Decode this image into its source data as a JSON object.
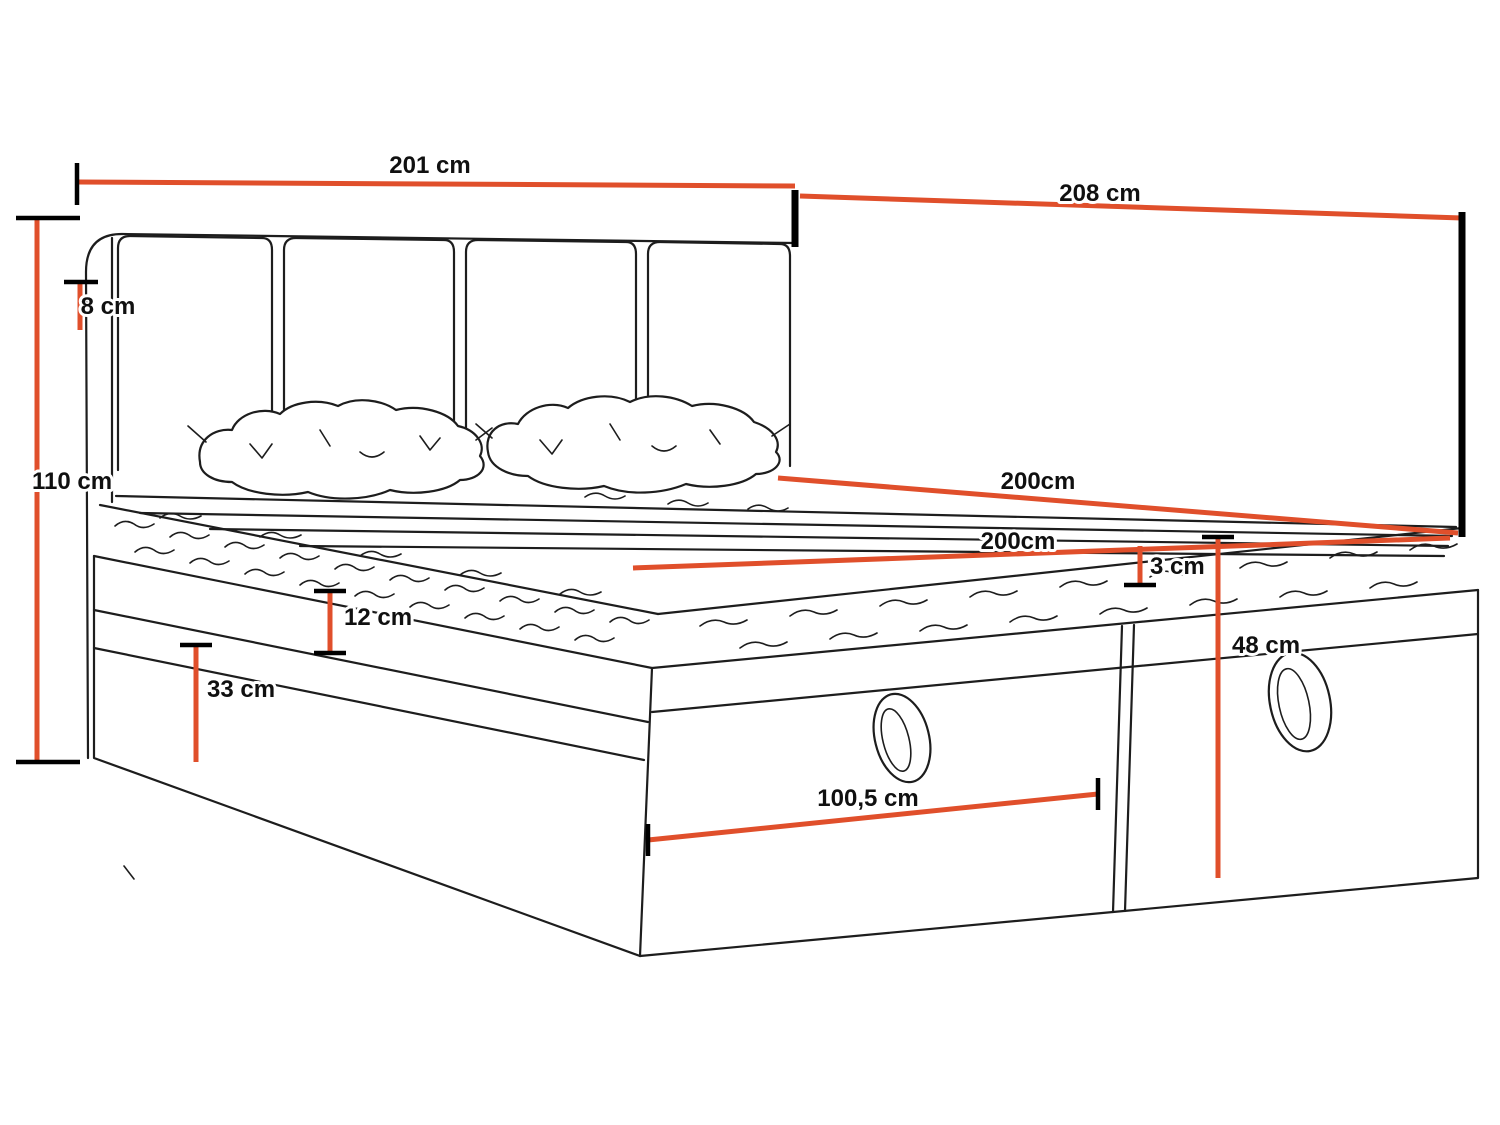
{
  "diagram": {
    "kind": "bed-dimensions-technical-drawing",
    "labels": {
      "headboard_width": "201 cm",
      "bed_length": "208 cm",
      "headboard_frame": "8 cm",
      "total_height": "110 cm",
      "mattress_length_top": "200cm",
      "mattress_length_inner": "200cm",
      "topper_height": "3 cm",
      "mattress_height": "12 cm",
      "base_height": "48 cm",
      "drawer_height": "33 cm",
      "drawer_width": "100,5 cm"
    }
  },
  "colors": {
    "dimension_line": "#e04f2b",
    "drawing_line": "#1d1d1d",
    "tick": "#000000",
    "background": "#ffffff"
  }
}
